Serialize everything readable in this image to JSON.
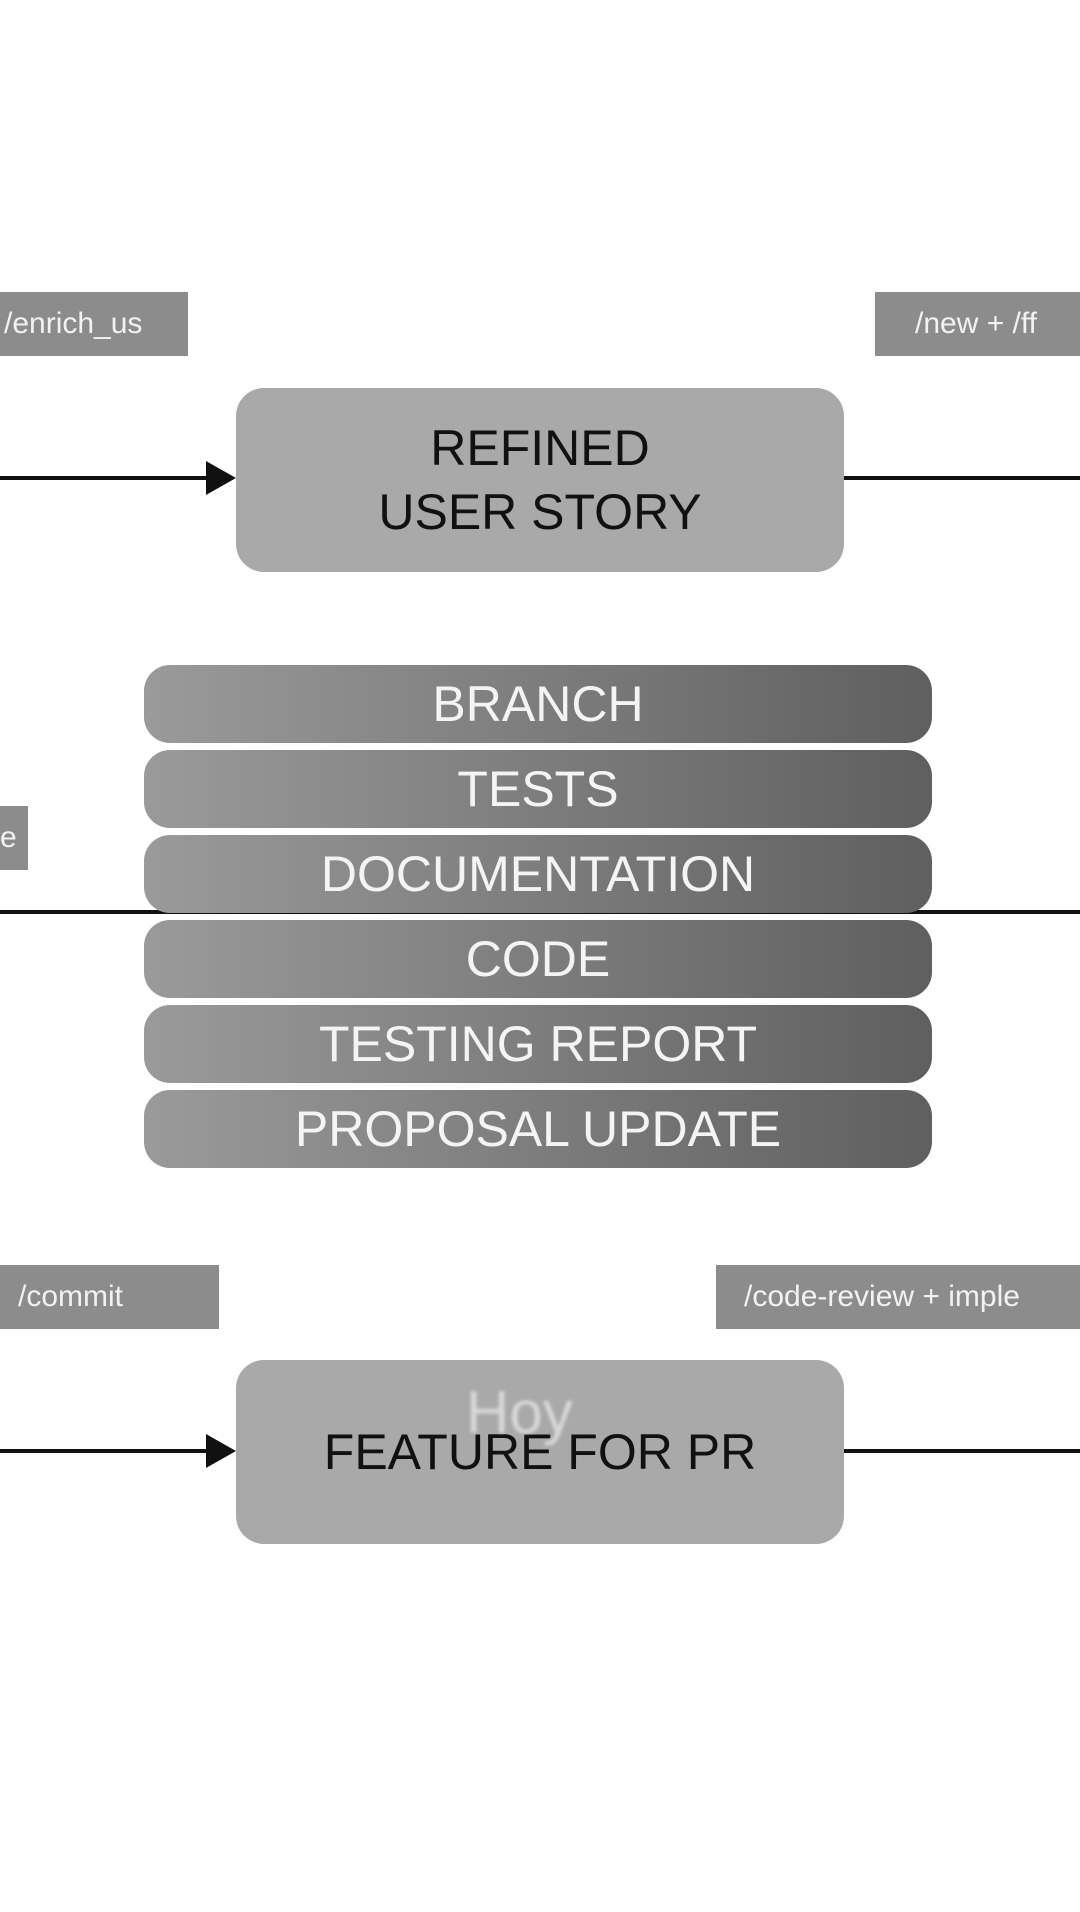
{
  "commands": {
    "enrich": "/enrich_us",
    "new_ff": "/new + /ff",
    "left_cut": "e",
    "commit": "/commit",
    "code_review": "/code-review + imple"
  },
  "nodes": {
    "refined_line1": "REFINED",
    "refined_line2": "USER STORY",
    "feature_pr": "FEATURE FOR PR"
  },
  "stack": [
    "BRANCH",
    "TESTS",
    "DOCUMENTATION",
    "CODE",
    "TESTING REPORT",
    "PROPOSAL UPDATE"
  ],
  "overlay_text": "Hoy",
  "colors": {
    "box": "#a9a9a9",
    "tag": "#8c8c8c",
    "line": "#111111"
  }
}
